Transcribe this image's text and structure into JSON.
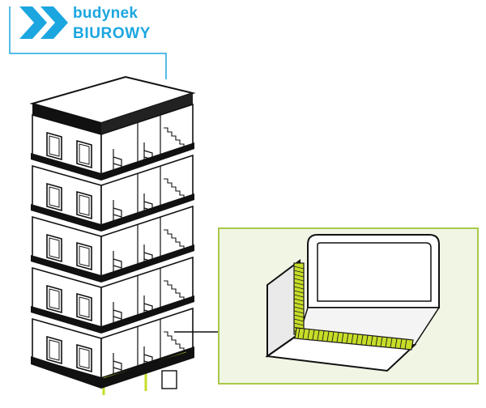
{
  "brand": {
    "line1": "budynek",
    "line2": "BIUROWY",
    "accent_color": "#1ba6e0",
    "icon": "double-chevron-icon"
  },
  "diagram": {
    "building": {
      "floors": 5,
      "icon": "office-building-illustration"
    },
    "detail": {
      "icon": "duct-corner-detail-illustration",
      "panel_color": "#f1f5e4",
      "border_color": "#a9c949",
      "highlight_color": "#c7dd28"
    }
  }
}
